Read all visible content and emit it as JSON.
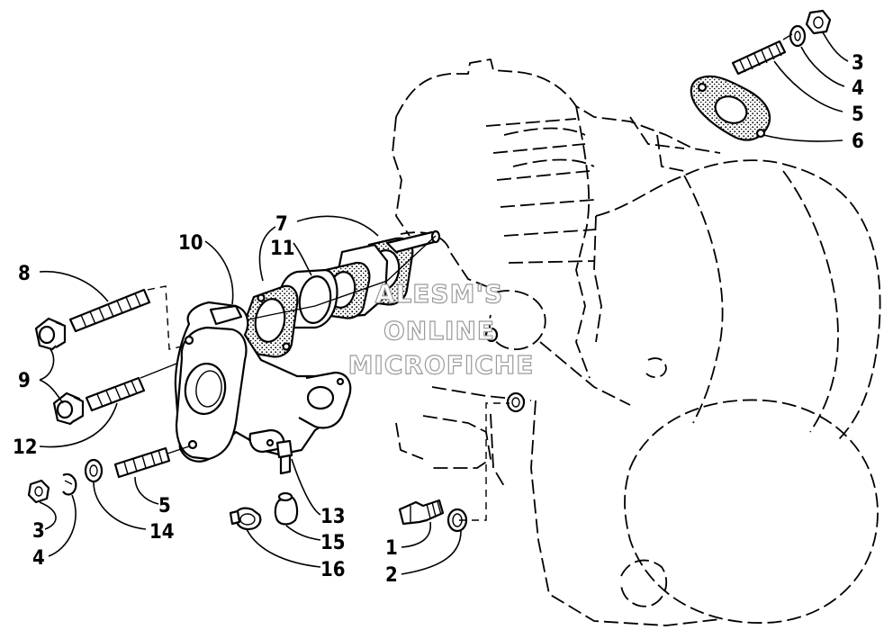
{
  "watermark": {
    "line1": "ALESM'S",
    "line2": "ONLINE",
    "line3": "MICROFICHE"
  },
  "callouts": [
    {
      "id": "c3-top",
      "label": "3"
    },
    {
      "id": "c4-top",
      "label": "4"
    },
    {
      "id": "c5-top",
      "label": "5"
    },
    {
      "id": "c6",
      "label": "6"
    },
    {
      "id": "c7",
      "label": "7"
    },
    {
      "id": "c11",
      "label": "11"
    },
    {
      "id": "c10",
      "label": "10"
    },
    {
      "id": "c8",
      "label": "8"
    },
    {
      "id": "c9",
      "label": "9"
    },
    {
      "id": "c12",
      "label": "12"
    },
    {
      "id": "c5-bottom",
      "label": "5"
    },
    {
      "id": "c14",
      "label": "14"
    },
    {
      "id": "c3-bottom",
      "label": "3"
    },
    {
      "id": "c4-bottom",
      "label": "4"
    },
    {
      "id": "c13",
      "label": "13"
    },
    {
      "id": "c15",
      "label": "15"
    },
    {
      "id": "c16",
      "label": "16"
    },
    {
      "id": "c1",
      "label": "1"
    },
    {
      "id": "c2",
      "label": "2"
    }
  ],
  "colors": {
    "line": "#000000",
    "background": "#ffffff",
    "watermark_outline": "#9a9a9a"
  }
}
